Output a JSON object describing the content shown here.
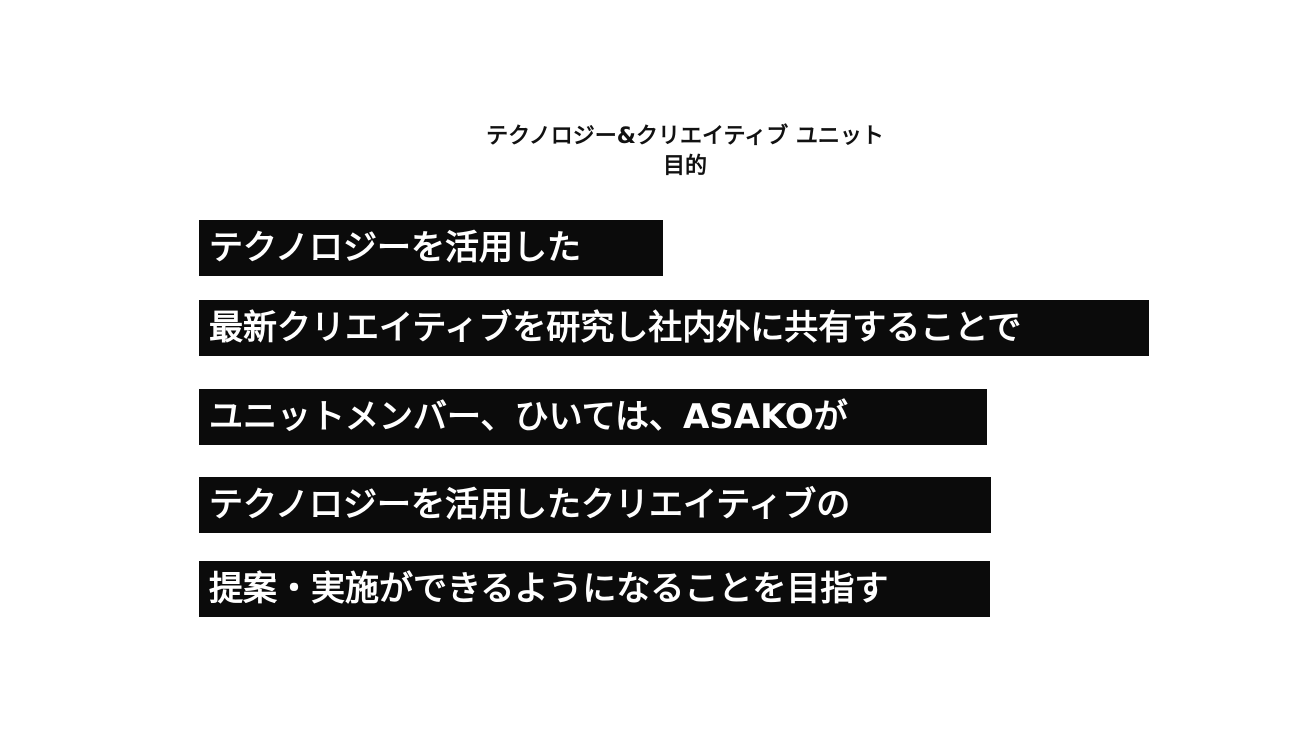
{
  "slide": {
    "unit_title": "テクノロジー&クリエイティブ ユニット",
    "section_title": "目的",
    "lines": [
      "テクノロジーを活用した",
      "最新クリエイティブを研究し社内外に共有することで",
      "ユニットメンバー、ひいては、ASAKOが",
      "テクノロジーを活用したクリエイティブの",
      "提案・実施ができるようになることを目指す"
    ],
    "colors": {
      "background": "#ffffff",
      "bar": "#0b0b0b",
      "bar_text": "#ffffff",
      "title_text": "#111111"
    }
  }
}
